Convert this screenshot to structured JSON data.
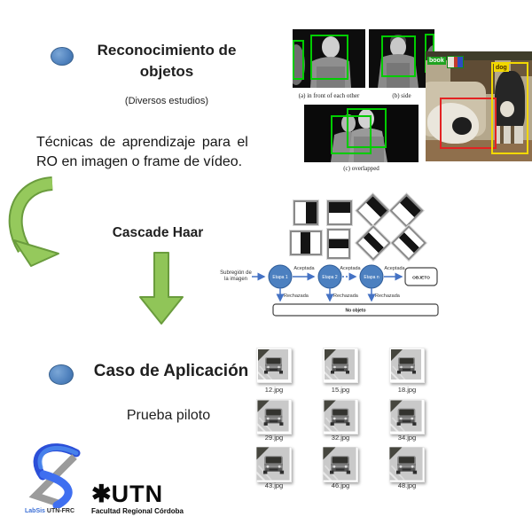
{
  "section1": {
    "title": "Reconocimiento de objetos",
    "subtitle": "(Diversos estudios)"
  },
  "intro": {
    "line1": "Técnicas de aprendizaje para el",
    "line2": "RO en imagen o frame de vídeo."
  },
  "method": {
    "label": "Cascade Haar"
  },
  "thermal": {
    "caption_a": "(a) in front of each other",
    "caption_b": "(b) side",
    "caption_c": "(c) overlapped"
  },
  "detection": {
    "book_label": "book",
    "dog_label": "dog"
  },
  "haar_features": [
    "edge-vertical",
    "edge-horizontal",
    "edge-diagonal",
    "edge-diagonal",
    "line-vertical",
    "line-horizontal",
    "line-diagonal",
    "line-diagonal"
  ],
  "cascade": {
    "input_line1": "Subregión de",
    "input_line2": "la imagen",
    "stage1": "Etapa 1",
    "stage2": "Etapa 2",
    "stage3": "Etapa n",
    "accepted": "Aceptada",
    "rejected": "Rechazada",
    "object": "OBJETO",
    "no_object": "No objeto"
  },
  "section2": {
    "title": "Caso de Aplicación",
    "subtitle": "Prueba piloto"
  },
  "gallery": {
    "labels": [
      "12.jpg",
      "15.jpg",
      "18.jpg",
      "29.jpg",
      "32.jpg",
      "34.jpg",
      "43.jpg",
      "46.jpg",
      "48.jpg"
    ]
  },
  "footer": {
    "labsis_name": "LabSis",
    "labsis_org": "UTN-FRC",
    "utn_symbol": "✱",
    "utn_name": "UTN",
    "utn_subtitle": "Facultad Regional Córdoba"
  },
  "colors": {
    "accent_blue": "#4f81bd",
    "arrow_green": "#95c95c",
    "diagram_blue": "#4472c4",
    "bbox_green": "#00cc00",
    "bbox_red": "#e32222",
    "bbox_yellow": "#f2d800"
  }
}
